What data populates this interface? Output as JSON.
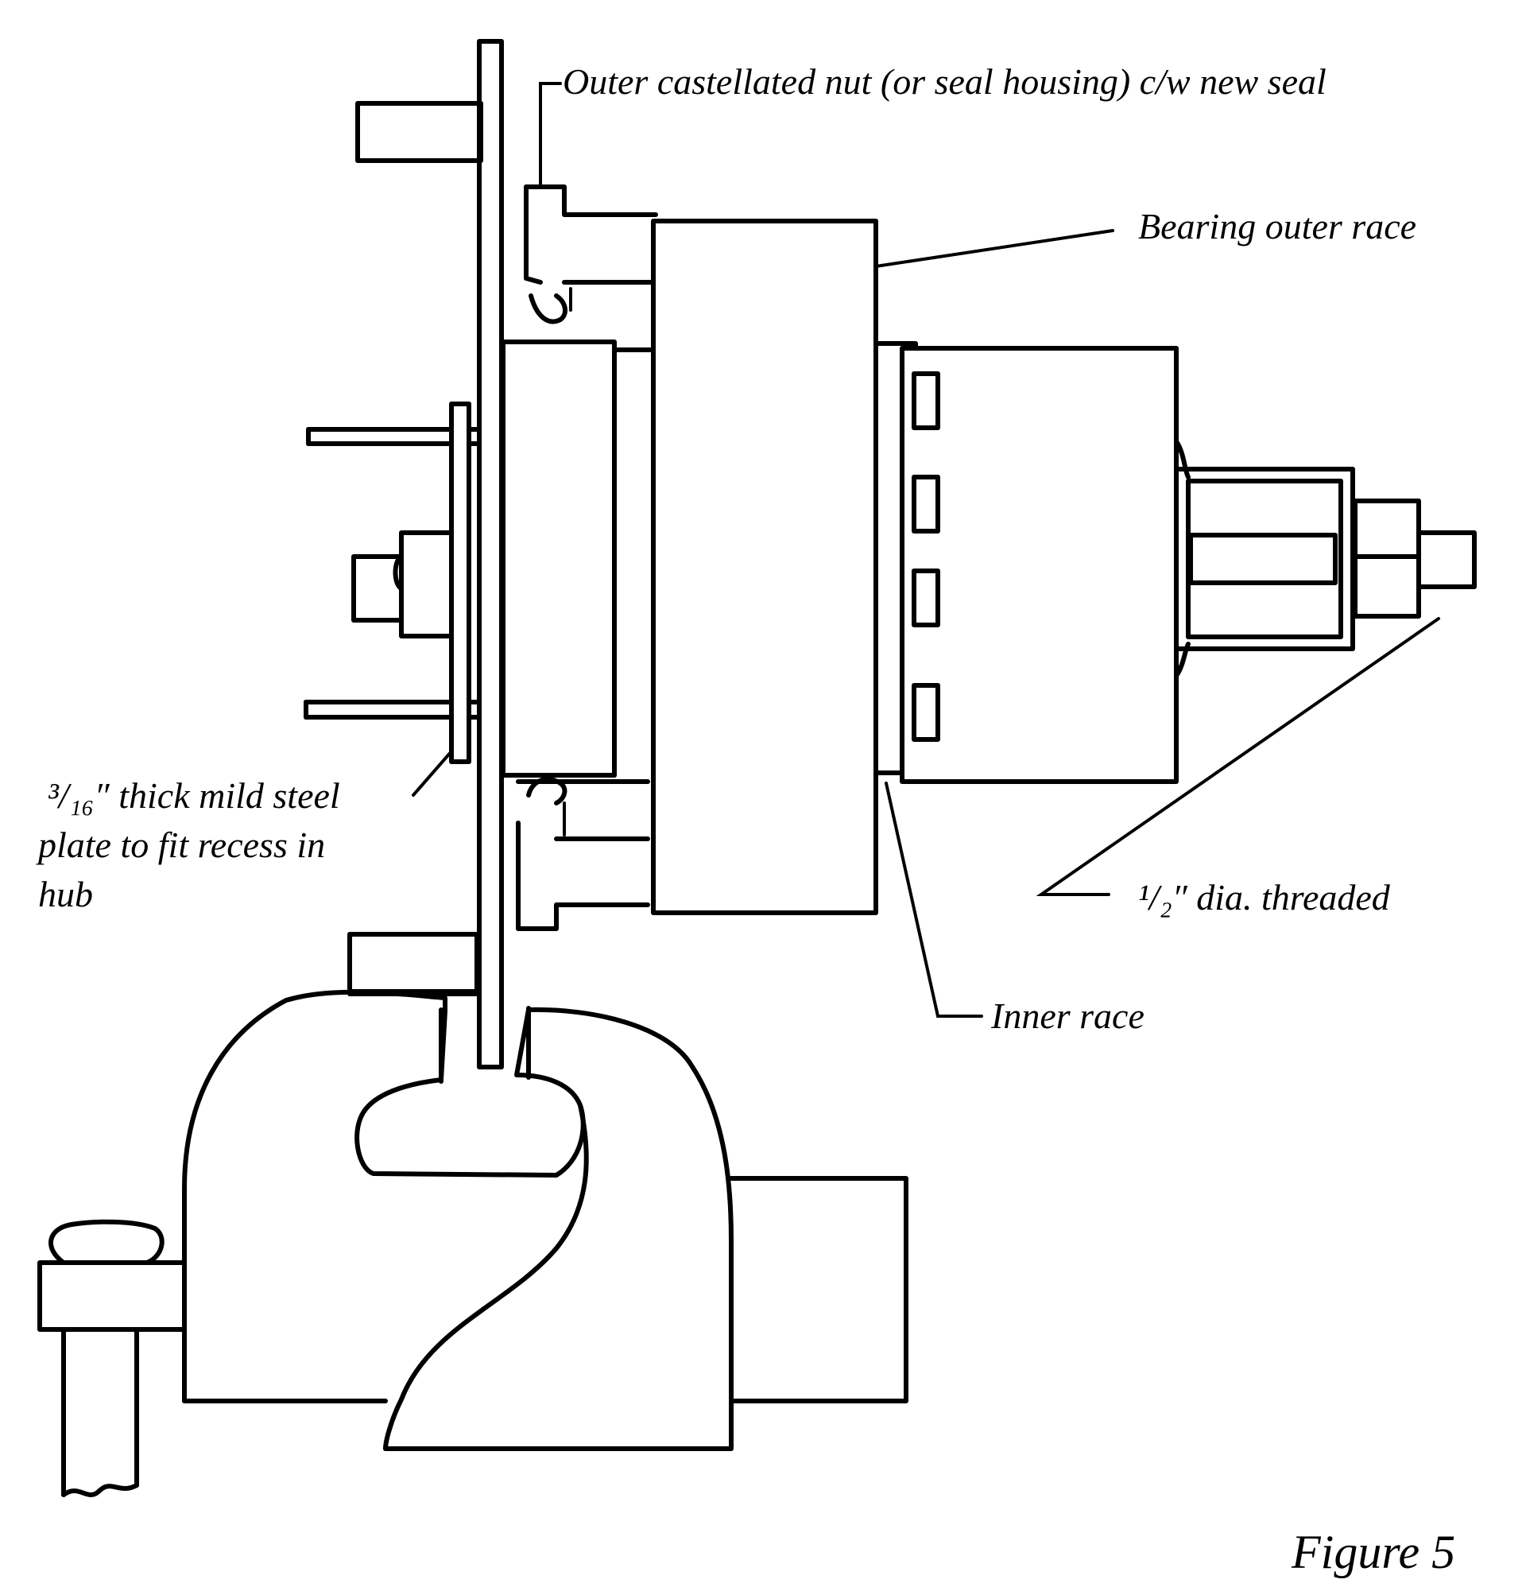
{
  "labels": {
    "outer_nut": "Outer castellated nut (or seal housing) c/w new seal",
    "bearing_outer_race": "Bearing outer race",
    "plate_line1": "³/₁₆″ thick mild steel",
    "plate_line2": "plate to fit recess in",
    "plate_line3": "hub",
    "threaded": "¹/₂″ dia. threaded",
    "inner_race": "Inner race"
  },
  "figure_caption": "Figure 5"
}
